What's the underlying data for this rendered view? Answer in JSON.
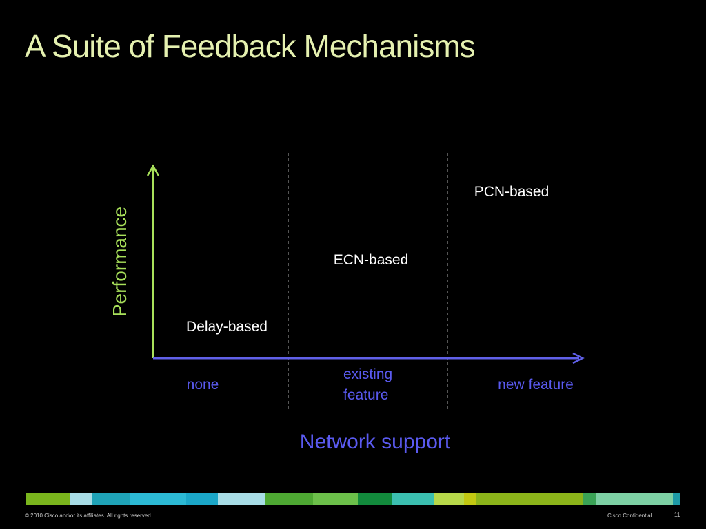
{
  "slide": {
    "title": "A Suite of Feedback Mechanisms"
  },
  "diagram": {
    "y_axis_label": "Performance",
    "x_axis_label": "Network support",
    "mechanisms": [
      {
        "label": "Delay-based"
      },
      {
        "label": "ECN-based"
      },
      {
        "label": "PCN-based"
      }
    ],
    "support_levels": [
      {
        "lines": [
          "none"
        ]
      },
      {
        "lines": [
          "existing",
          "feature"
        ]
      },
      {
        "lines": [
          "new feature"
        ]
      }
    ]
  },
  "colors": {
    "background": "#000000",
    "title": "#e5f1b0",
    "y_axis": "#a8e05a",
    "x_axis": "#6060e8",
    "mechanism_text": "#ffffff",
    "support_text": "#5a5af0",
    "divider": "#aaaaaa"
  },
  "color_bar": [
    {
      "color": "#7ab51d",
      "weight": 62
    },
    {
      "color": "#a8dde6",
      "weight": 32
    },
    {
      "color": "#1fa3b7",
      "weight": 54
    },
    {
      "color": "#2cb9d4",
      "weight": 80
    },
    {
      "color": "#1ba7c8",
      "weight": 46
    },
    {
      "color": "#a8dde6",
      "weight": 67
    },
    {
      "color": "#4ea833",
      "weight": 68
    },
    {
      "color": "#6cc04a",
      "weight": 64
    },
    {
      "color": "#128a3c",
      "weight": 50
    },
    {
      "color": "#3bbfb0",
      "weight": 60
    },
    {
      "color": "#b7d84a",
      "weight": 42
    },
    {
      "color": "#c2c812",
      "weight": 18
    },
    {
      "color": "#8cb41a",
      "weight": 152
    },
    {
      "color": "#3aa356",
      "weight": 18
    },
    {
      "color": "#7dd0a4",
      "weight": 110
    },
    {
      "color": "#1e9aa6",
      "weight": 10
    }
  ],
  "footer": {
    "copyright": "© 2010 Cisco and/or its affiliates. All rights reserved.",
    "confidential": "Cisco Confidential",
    "page_number": "11"
  }
}
